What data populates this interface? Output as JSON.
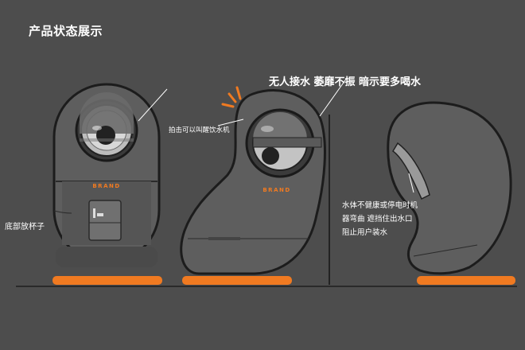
{
  "page_title": "产品状态展示",
  "annotations": {
    "bottom_cup": "底部放杯子",
    "tap_wake": "拍击可以叫醒饮水机",
    "hint_drink": "无人接水 萎靡不振 暗示要多喝水",
    "unhealthy_msg": "水体不健康或停电时机器弯曲 遮挡住出水口阻止用户装水"
  },
  "brand_text": "BRAND",
  "colors": {
    "background": "#4d4d4d",
    "body": "#5f5f5f",
    "outline": "#1e1e1e",
    "accent": "#f07a21",
    "text": "#ffffff"
  }
}
